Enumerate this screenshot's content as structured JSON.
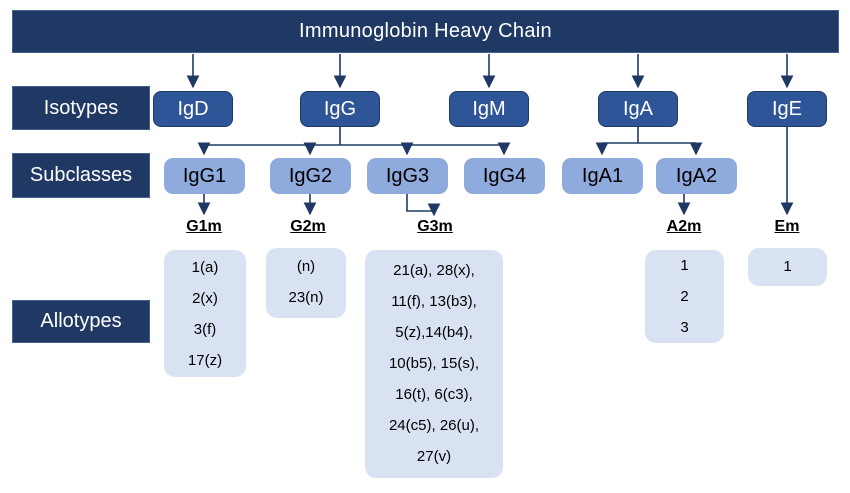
{
  "title": "Immunoglobin Heavy Chain",
  "row_labels": {
    "isotypes": "Isotypes",
    "subclasses": "Subclasses",
    "allotypes": "Allotypes"
  },
  "isotypes": [
    {
      "label": "IgD"
    },
    {
      "label": "IgG"
    },
    {
      "label": "IgM"
    },
    {
      "label": "IgA"
    },
    {
      "label": "IgE"
    }
  ],
  "subclasses": [
    {
      "label": "IgG1"
    },
    {
      "label": "IgG2"
    },
    {
      "label": "IgG3"
    },
    {
      "label": "IgG4"
    },
    {
      "label": "IgA1"
    },
    {
      "label": "IgA2"
    }
  ],
  "allotype_groups": [
    {
      "name": "G1m",
      "lines": [
        "1(a)",
        "2(x)",
        "3(f)",
        "17(z)"
      ]
    },
    {
      "name": "G2m",
      "lines": [
        "(n)",
        "23(n)"
      ]
    },
    {
      "name": "G3m",
      "lines": [
        "21(a), 28(x),",
        "11(f), 13(b3),",
        "5(z),14(b4),",
        "10(b5), 15(s),",
        "16(t), 6(c3),",
        "24(c5), 26(u),",
        "27(v)"
      ]
    },
    {
      "name": "A2m",
      "lines": [
        "1",
        "2",
        "3"
      ]
    },
    {
      "name": "Em",
      "lines": [
        "1"
      ]
    }
  ],
  "colors": {
    "dark_navy": "#1F3864",
    "isotype_fill": "#2E5597",
    "subclass_fill": "#8FAADC",
    "allotype_fill": "#D9E2F3",
    "line": "#1F3864",
    "text_light": "#FFFFFF",
    "text_dark": "#000000"
  }
}
